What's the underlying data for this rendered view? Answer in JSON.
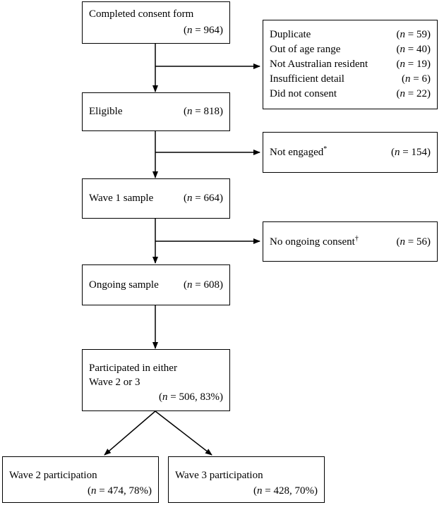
{
  "nodes": {
    "consent": {
      "label": "Completed consent form",
      "count": "(n = 964)"
    },
    "eligible": {
      "label": "Eligible",
      "count": "(n = 818)"
    },
    "wave1": {
      "label": "Wave 1 sample",
      "count": "(n = 664)"
    },
    "ongoing": {
      "label": "Ongoing sample",
      "count": "(n = 608)"
    },
    "participated": {
      "line1": "Participated in either",
      "line2": "Wave 2 or 3",
      "count": "(n = 506, 83%)"
    },
    "wave2": {
      "label": "Wave 2 participation",
      "count": "(n = 474, 78%)"
    },
    "wave3": {
      "label": "Wave 3 participation",
      "count": "(n = 428, 70%)"
    }
  },
  "exclusions": {
    "first": [
      {
        "label": "Duplicate",
        "count": "(n = 59)"
      },
      {
        "label": "Out of age range",
        "count": "(n = 40)"
      },
      {
        "label": "Not Australian resident",
        "count": "(n = 19)"
      },
      {
        "label": "Insufficient detail",
        "count": "(n = 6)"
      },
      {
        "label": "Did not consent",
        "count": "(n = 22)"
      }
    ],
    "not_engaged": {
      "label": "Not engaged",
      "mark": "*",
      "count": "(n = 154)"
    },
    "no_consent": {
      "label": "No ongoing consent",
      "mark": "†",
      "count": "(n = 56)"
    }
  }
}
